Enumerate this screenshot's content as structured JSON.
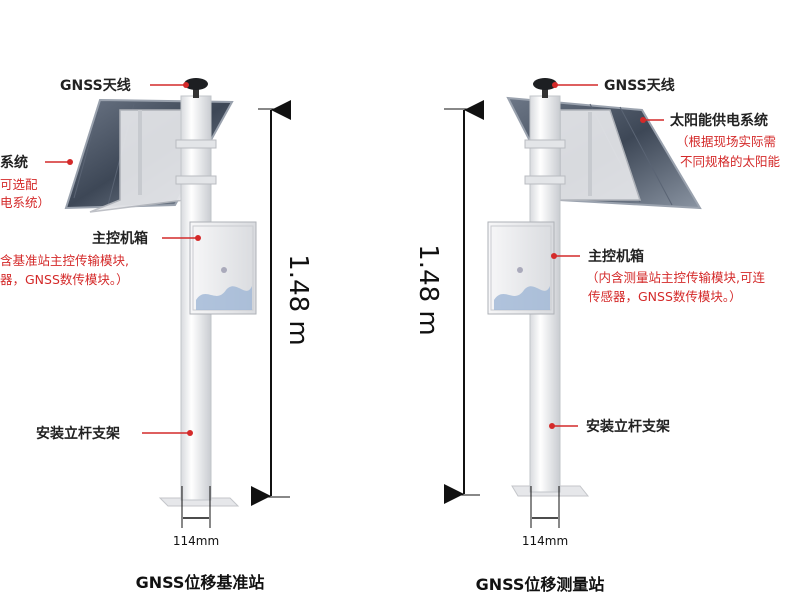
{
  "left_station": {
    "caption": "GNSS位移基准站",
    "antenna_label": "GNSS天线",
    "solar_label": "系统",
    "solar_note_1": "可选配",
    "solar_note_2": "电系统）",
    "box_label": "主控机箱",
    "box_note_1": "含基准站主控传输模块,",
    "box_note_2": "器，GNSS数传模块。）",
    "pole_label": "安装立杆支架",
    "height": "1.48 m",
    "diameter": "114mm"
  },
  "right_station": {
    "caption": "GNSS位移测量站",
    "antenna_label": "GNSS天线",
    "solar_label": "太阳能供电系统",
    "solar_note_1": "（根据现场实际需",
    "solar_note_2": "不同规格的太阳能",
    "box_label": "主控机箱",
    "box_note_1": "（内含测量站主控传输模块,可连",
    "box_note_2": "传感器，GNSS数传模块。）",
    "pole_label": "安装立杆支架",
    "height": "1.48 m",
    "diameter": "114mm"
  },
  "colors": {
    "callout": "#d42a2a",
    "dimension": "#111111",
    "pole": "#f2f3f5"
  }
}
